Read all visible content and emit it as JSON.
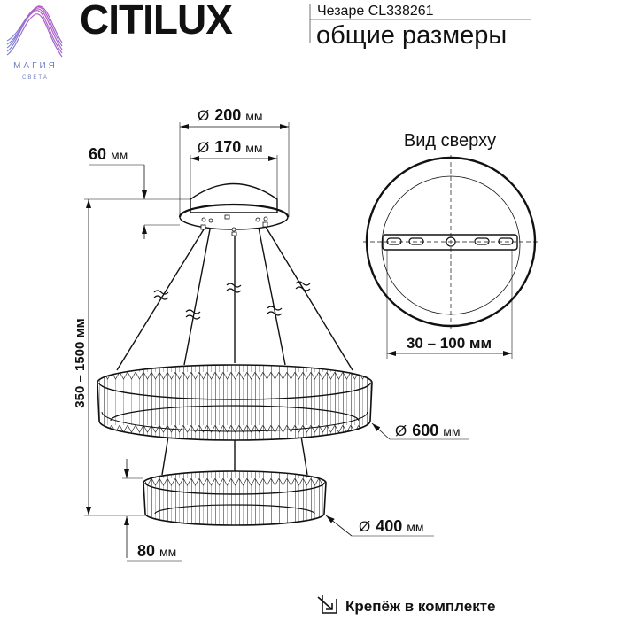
{
  "brand": {
    "name": "CITILUX",
    "partner_logo_line1": "МАГИЯ",
    "partner_logo_line2": "СВЕТА"
  },
  "header": {
    "model": "Чезаре CL338261",
    "subtitle": "общие размеры"
  },
  "dimensions": {
    "canopy_outer": {
      "symbol": "Ø",
      "value": "200",
      "unit": "мм"
    },
    "canopy_inner": {
      "symbol": "Ø",
      "value": "170",
      "unit": "мм"
    },
    "canopy_height": {
      "value": "60",
      "unit": "мм"
    },
    "total_height": "350 – 1500 мм",
    "ring_large": {
      "symbol": "Ø",
      "value": "600",
      "unit": "мм"
    },
    "ring_small": {
      "symbol": "Ø",
      "value": "400",
      "unit": "мм"
    },
    "ring_height": {
      "value": "80",
      "unit": "мм"
    },
    "mount_range": "30 – 100 мм"
  },
  "top_view": {
    "title": "Вид сверху"
  },
  "footer": {
    "icon": "mount-arrow-icon",
    "text": "Крепёж в комплекте"
  },
  "colors": {
    "ink": "#111111",
    "logo_gradient_start": "#7b8ad8",
    "logo_gradient_end": "#c04fc0",
    "logo_text": "#6d7fc4"
  }
}
